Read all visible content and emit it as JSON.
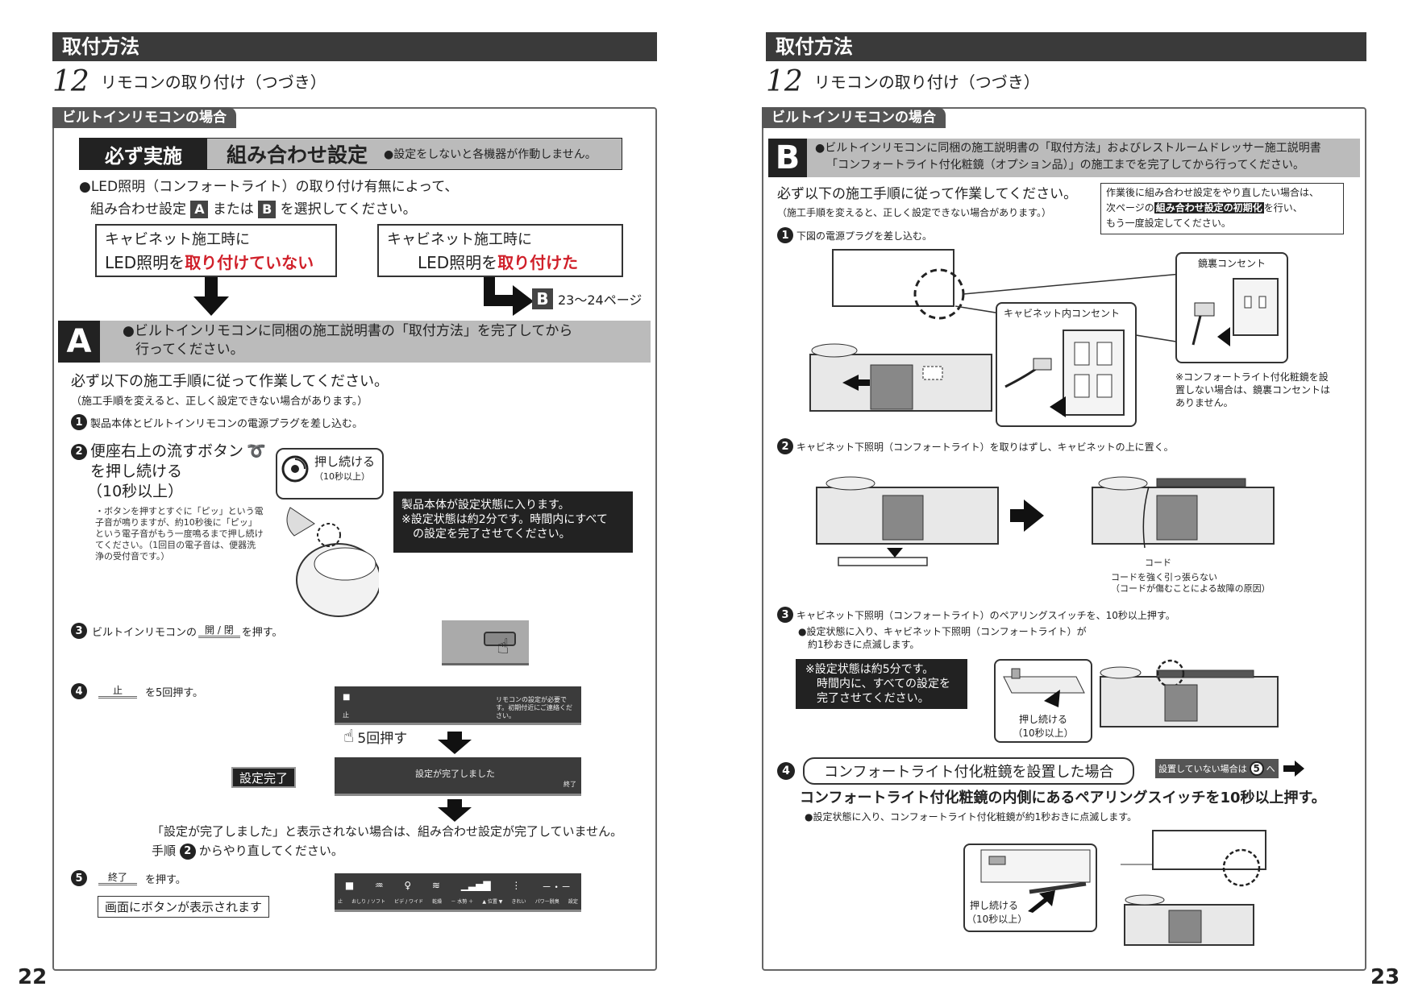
{
  "left": {
    "header": "取付方法",
    "step_no": "12",
    "subtitle": "リモコンの取り付け（つづき）",
    "tab": "ビルトインリモコンの場合",
    "must_label": "必ず実施",
    "combo_label": "組み合わせ設定",
    "combo_note": "●設定をしないと各機器が作動しません。",
    "intro_line1": "●LED照明（コンフォートライト）の取り付け有無によって、",
    "intro_line2a": "組み合わせ設定",
    "intro_sqA": "A",
    "intro_mid": "または",
    "intro_sqB": "B",
    "intro_line2b": "を選択してください。",
    "box1_line1": "キャビネット施工時に",
    "box1_line2a": "LED照明を",
    "box1_line2b": "取り付けていない",
    "box2_line1": "キャビネット施工時に",
    "box2_line2a": "LED照明を",
    "box2_line2b": "取り付けた",
    "goto_letter": "B",
    "goto_pages": "23～24ページ",
    "sectionA_letter": "A",
    "sectionA_text1": "●ビルトインリモコンに同梱の施工説明書の「取付方法」を完了してから",
    "sectionA_text2": "行ってください。",
    "must_follow": "必ず以下の施工手順に従って作業してください。",
    "must_follow_note": "（施工手順を変えると、正しく設定できない場合があります。）",
    "s1_no": "1",
    "s1_text": "製品本体とビルトインリモコンの電源プラグを差し込む。",
    "s2_no": "2",
    "s2_line1": "便座右上の流すボタン",
    "s2_line2": "を押し続ける",
    "s2_line3": "（10秒以上）",
    "s2_note": "・ボタンを押すとすぐに「ピッ」という電子音が鳴りますが、約10秒後に「ピッ」という電子音がもう一度鳴るまで押し続けてください。（1回目の電子音は、便器洗浄の受付音です。）",
    "s2_bubble1": "押し続ける",
    "s2_bubble2": "（10秒以上）",
    "s2_dark1": "製品本体が設定状態に入ります。",
    "s2_dark2": "※設定状態は約2分です。時間内にすべて",
    "s2_dark3": "の設定を完了させてください。",
    "s3_no": "3",
    "s3_text1": "ビルトインリモコンの",
    "s3_btn": "開 / 閉",
    "s3_text2": "を押す。",
    "s4_no": "4",
    "s4_btn": "止",
    "s4_text": "を5回押す。",
    "s4_panel_msg": "リモコンの設定が必要です。初期付近にご連絡ください。",
    "s4_panel_stop": "止",
    "s4_press5": "5回押す",
    "done_badge": "設定完了",
    "done_panel": "設定が完了しました",
    "done_panel_end": "終了",
    "fail_line1": "「設定が完了しました」と表示されない場合は、組み合わせ設定が完了していません。",
    "fail_line2a": "手順",
    "fail_no": "2",
    "fail_line2b": "からやり直してください。",
    "s5_no": "5",
    "s5_btn": "終了",
    "s5_text": "を押す。",
    "s5_boxed": "画面にボタンが表示されます",
    "s5_panel_labels": [
      "止",
      "おしり / ソフト",
      "ビデ / ワイド",
      "乾燥",
      "－ 水勢 ＋",
      "▲ 位置 ▼",
      "きれい",
      "パワー脱臭",
      "設定"
    ],
    "page_no": "22"
  },
  "right": {
    "header": "取付方法",
    "step_no": "12",
    "subtitle": "リモコンの取り付け（つづき）",
    "tab": "ビルトインリモコンの場合",
    "sectionB_letter": "B",
    "sectionB_text1": "●ビルトインリモコンに同梱の施工説明書の「取付方法」およびレストルームドレッサー施工説明書",
    "sectionB_text2": "「コンフォートライト付化粧鏡（オプション品）」の施工までを完了してから行ってください。",
    "must_follow": "必ず以下の施工手順に従って作業してください。",
    "must_follow_note": "（施工手順を変えると、正しく設定できない場合があります。）",
    "reset_line1": "作業後に組み合わせ設定をやり直したい場合は、",
    "reset_line2a": "次ページの",
    "reset_line2b": "組み合わせ設定の初期化",
    "reset_line2c": "を行い、",
    "reset_line3": "もう一度設定してください。",
    "r1_no": "1",
    "r1_text": "下図の電源プラグを差し込む。",
    "mirror_outlet": "鏡裏コンセント",
    "cabinet_outlet": "キャビネット内コンセント",
    "mirror_note": "※コンフォートライト付化粧鏡を設置しない場合は、鏡裏コンセントはありません。",
    "r2_no": "2",
    "r2_text": "キャビネット下照明（コンフォートライト）を取りはずし、キャビネットの上に置く。",
    "cord": "コード",
    "cord_note1": "コードを強く引っ張らない",
    "cord_note2": "（コードが傷むことによる故障の原因）",
    "r3_no": "3",
    "r3_text": "キャビネット下照明（コンフォートライト）のペアリングスイッチを、10秒以上押す。",
    "r3_note1": "●設定状態に入り、キャビネット下照明（コンフォートライト）が",
    "r3_note2": "約1秒おきに点滅します。",
    "r3_dark1": "※設定状態は約5分です。",
    "r3_dark2": "時間内に、すべての設定を",
    "r3_dark3": "完了させてください。",
    "r3_press1": "押し続ける",
    "r3_press2": "（10秒以上）",
    "r4_no": "4",
    "r4_pill": "コンフォートライト付化粧鏡を設置した場合",
    "r4_notset_a": "設置していない場合は",
    "r4_notset_no": "5",
    "r4_notset_b": "へ",
    "r4_main": "コンフォートライト付化粧鏡の内側にあるペアリングスイッチを10秒以上押す。",
    "r4_note": "●設定状態に入り、コンフォートライト付化粧鏡が約1秒おきに点滅します。",
    "r4_press1": "押し続ける",
    "r4_press2": "（10秒以上）",
    "page_no": "23"
  }
}
